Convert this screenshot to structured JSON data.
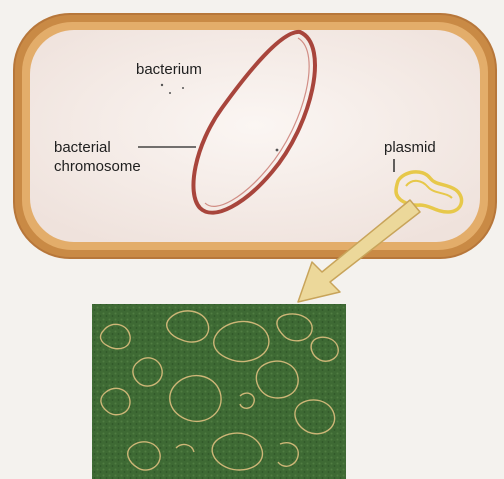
{
  "labels": {
    "bacterium": "bacterium",
    "chromosome_line1": "bacterial",
    "chromosome_line2": "chromosome",
    "plasmid": "plasmid"
  },
  "colors": {
    "page_background": "#f4f2ee",
    "cell_wall": "#c98a45",
    "cell_wall_inner": "#e3ad6a",
    "cytoplasm": "#f7eee9",
    "chromosome": "#a8453c",
    "plasmid": "#e7c84a",
    "arrow": "#ecd89a",
    "micrograph_background": "#3e6a34",
    "micrograph_loops": "#cdb677"
  },
  "icons": {
    "cell": "bacterium-cell",
    "chromosome": "chromosome-loop",
    "plasmid": "plasmid-ring",
    "arrow": "magnify-arrow",
    "micrograph": "plasmid-micrograph"
  }
}
